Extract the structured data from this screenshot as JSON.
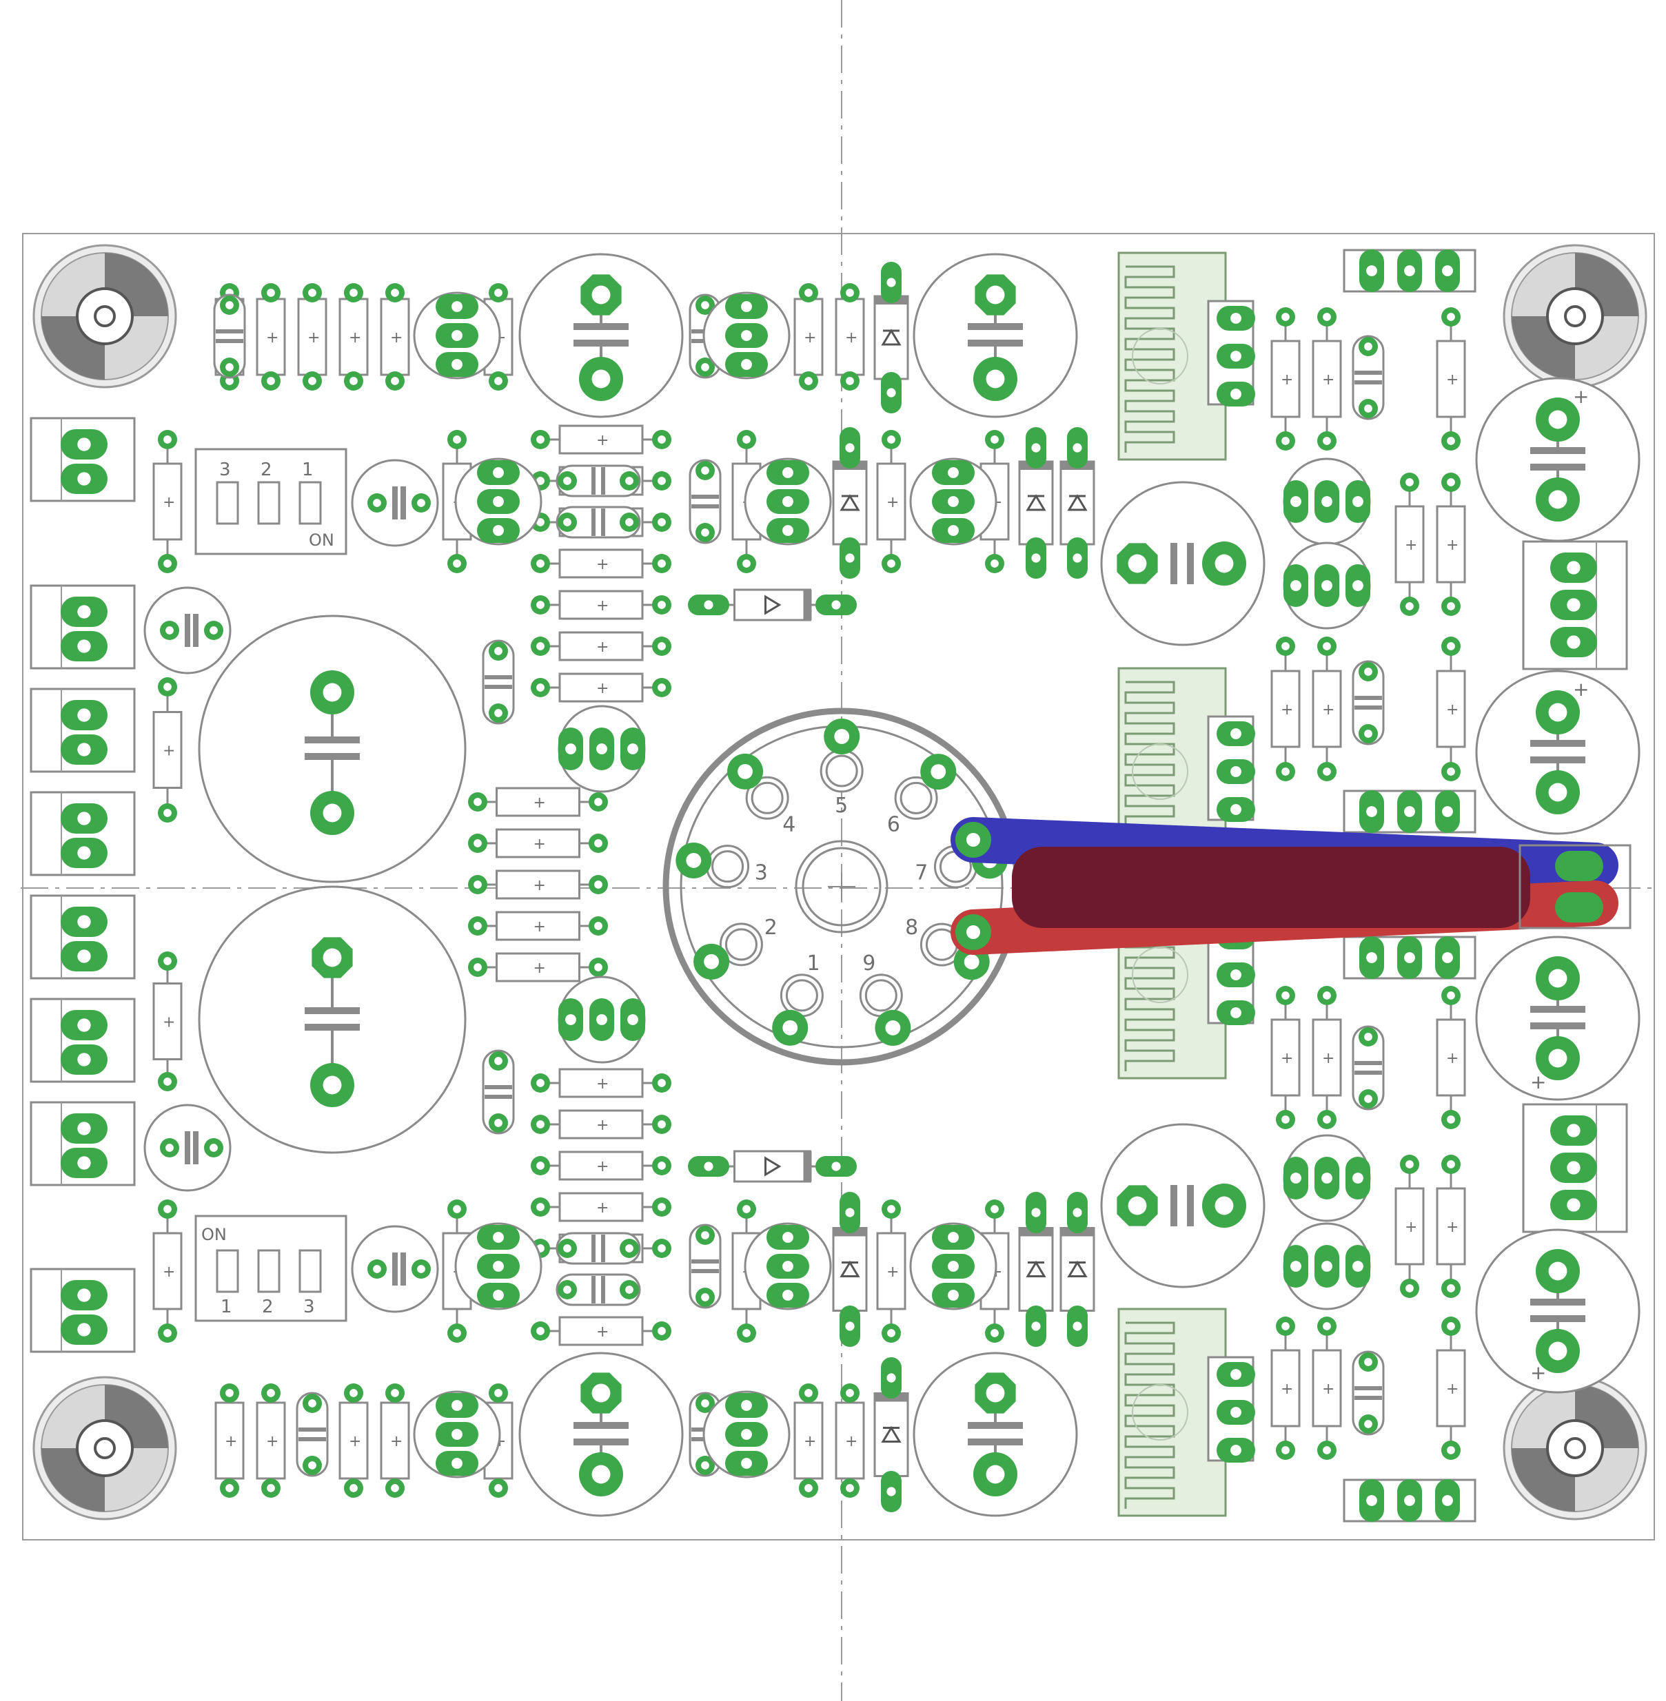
{
  "board": {
    "dip_switch_top": {
      "numbers": [
        "3",
        "2",
        "1"
      ],
      "on_label": "ON"
    },
    "dip_switch_bottom": {
      "numbers": [
        "1",
        "2",
        "3"
      ],
      "on_label": "ON"
    },
    "tube_socket_pins": [
      "1",
      "2",
      "3",
      "4",
      "5",
      "6",
      "7",
      "8",
      "9"
    ],
    "polarity_mark": "+"
  },
  "colors": {
    "copper_pad": "#3da84a",
    "silkscreen": "#8a8a8a",
    "top_trace": "#c33b3b",
    "bottom_trace": "#3a3ab8",
    "overlap_trace": "#6e1a2e",
    "heatsink": "#e4efe0"
  }
}
